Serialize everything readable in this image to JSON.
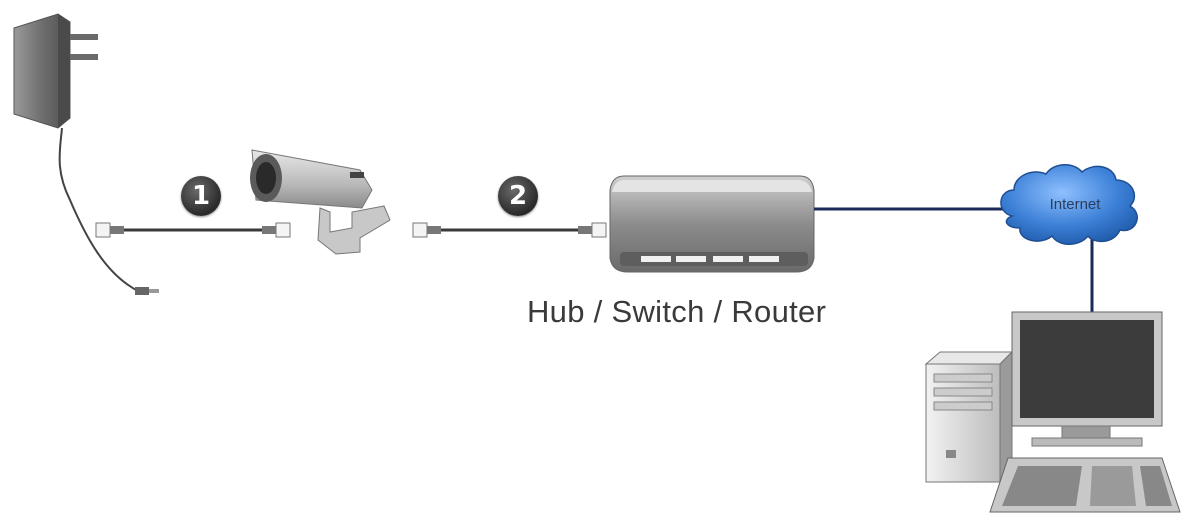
{
  "diagram": {
    "steps": [
      "1",
      "2"
    ],
    "network_device_label": "Hub / Switch / Router",
    "cloud_label": "Internet"
  },
  "colors": {
    "link_line": "#1c2a5a",
    "cable": "#3a3a3a",
    "cloud_fill": "#3b7fd6",
    "device_gray": "#8a8a8a"
  }
}
